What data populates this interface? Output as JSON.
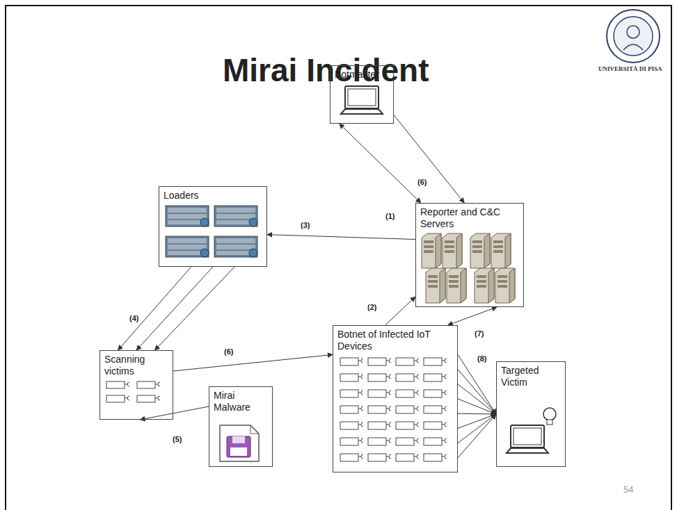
{
  "diagram": {
    "title": "Mirai Incident",
    "nodes": [
      {
        "text": [
          "Botmaster"
        ]
      },
      {
        "text": [
          "Loaders"
        ]
      },
      {
        "text": [
          "Reporter and C&C Servers"
        ]
      },
      {
        "text": [
          "Scanning victims"
        ]
      },
      {
        "text": [
          "Mirai Malware"
        ]
      },
      {
        "text": [
          "Botnet of Infected IoT Devices"
        ]
      },
      {
        "text": [
          "Targeted Victim"
        ]
      }
    ],
    "edges": [
      {
        "from": 0,
        "to": 2,
        "arrow": "both",
        "label": "(1)"
      },
      {
        "from": 0,
        "to": 2,
        "arrow": "to",
        "label": "(6)"
      },
      {
        "from": 2,
        "to": 1,
        "arrow": "to",
        "label": "(3)"
      },
      {
        "from": 5,
        "to": 2,
        "arrow": "to",
        "label": "(2)"
      },
      {
        "from": 1,
        "to": 3,
        "arrow": "to",
        "label": "(4)"
      },
      {
        "from": 1,
        "to": 3,
        "arrow": "to"
      },
      {
        "from": 1,
        "to": 3,
        "arrow": "to"
      },
      {
        "from": 4,
        "to": 3,
        "arrow": "to",
        "label": "(5)"
      },
      {
        "from": 3,
        "to": 5,
        "arrow": "to",
        "label": "(6)"
      },
      {
        "from": 2,
        "to": 5,
        "arrow": "both",
        "label": "(7)"
      },
      {
        "from": 5,
        "to": 6,
        "arrow": "to",
        "label": "(8)"
      },
      {
        "from": 5,
        "to": 6,
        "arrow": "to"
      },
      {
        "from": 5,
        "to": 6,
        "arrow": "to"
      },
      {
        "from": 5,
        "to": 6,
        "arrow": "to"
      },
      {
        "from": 5,
        "to": 6,
        "arrow": "to"
      },
      {
        "from": 5,
        "to": 6,
        "arrow": "to"
      },
      {
        "from": 5,
        "to": 6,
        "arrow": "to"
      },
      {
        "from": 5,
        "to": 6,
        "arrow": "to"
      }
    ],
    "labels": [
      "UNIVERSITÀ DI PISA",
      "54"
    ]
  }
}
